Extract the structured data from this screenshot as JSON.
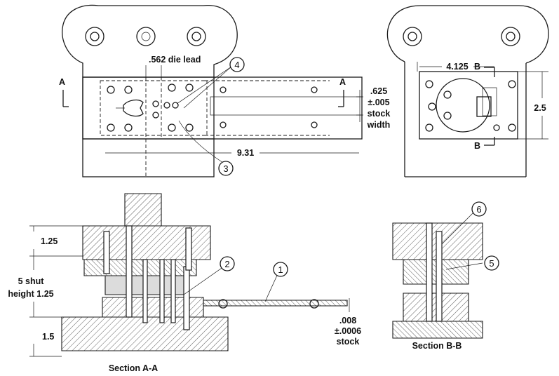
{
  "labels": {
    "die_lead": ".562 die lead",
    "section_mark_a_left": "A",
    "section_mark_a_right": "A",
    "stock_width_1": ".625",
    "stock_width_2": "±.005",
    "stock_width_3": "stock",
    "stock_width_4": "width",
    "length_931": "9.31",
    "dim_4125": "4.125",
    "dim_25": "2.5",
    "section_mark_b_top": "B",
    "section_mark_b_bottom": "B",
    "dim_125_top": "1.25",
    "shut_height_1": "5 shut",
    "shut_height_2": "height 1.25",
    "dim_15": "1.5",
    "stock_thick_1": ".008",
    "stock_thick_2": "±.0006",
    "stock_thick_3": "stock",
    "section_aa": "Section A-A",
    "section_bb": "Section B-B"
  },
  "callouts": [
    "4",
    "3",
    "2",
    "1",
    "6",
    "5"
  ]
}
